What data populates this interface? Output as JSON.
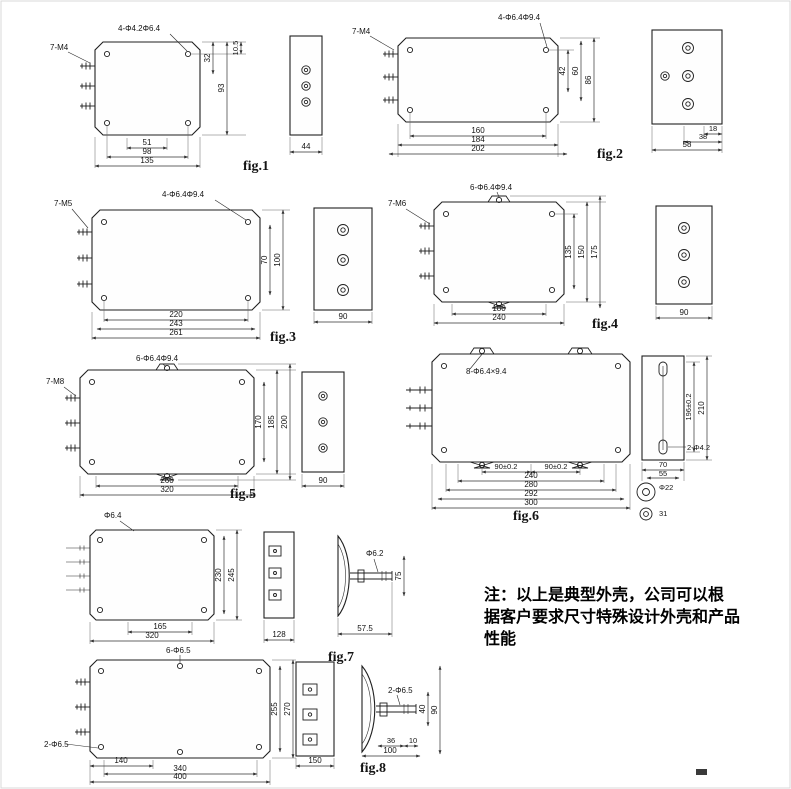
{
  "page": {
    "background": "#ffffff",
    "note_lines": [
      "注：以上是典型外壳，公司可以根",
      "据客户要求尺寸特殊设计外壳和产品",
      "性能"
    ]
  },
  "fig1": {
    "caption": "fig.1",
    "terminal_spec": "7-M4",
    "hole_spec": "4-Φ4.2Φ6.4",
    "height_dims": [
      "32",
      "93",
      "10.5"
    ],
    "width_dims": [
      "51",
      "98",
      "135"
    ],
    "depth_dim": "44"
  },
  "fig2": {
    "caption": "fig.2",
    "terminal_spec": "7-M4",
    "hole_spec": "4-Φ6.4Φ9.4",
    "height_dims": [
      "42",
      "60",
      "86"
    ],
    "width_dims": [
      "160",
      "184",
      "202"
    ],
    "side_dims": [
      "18",
      "38",
      "58"
    ]
  },
  "fig3": {
    "caption": "fig.3",
    "terminal_spec": "7-M5",
    "hole_spec": "4-Φ6.4Φ9.4",
    "height_dims": [
      "70",
      "100"
    ],
    "width_dims": [
      "220",
      "243",
      "261"
    ],
    "depth_dim": "90"
  },
  "fig4": {
    "caption": "fig.4",
    "terminal_spec": "7-M6",
    "hole_spec": "6-Φ6.4Φ9.4",
    "height_dims": [
      "135",
      "150",
      "175"
    ],
    "width_dims": [
      "180",
      "240"
    ],
    "depth_dim": "90"
  },
  "fig5": {
    "caption": "fig.5",
    "terminal_spec": "7-M8",
    "hole_spec": "6-Φ6.4Φ9.4",
    "height_dims": [
      "170",
      "185",
      "200"
    ],
    "width_dims": [
      "260",
      "320"
    ],
    "depth_dim": "90"
  },
  "fig6": {
    "caption": "fig.6",
    "hole_spec": "8-Φ6.4×9.4",
    "slot_spec": "2-Φ4.2",
    "pitch_dims": [
      "90±0.2",
      "90±0.2"
    ],
    "width_dims": [
      "240",
      "280",
      "292",
      "300"
    ],
    "height_dims": [
      "196±0.2",
      "210"
    ],
    "side_dims": [
      "70",
      "55"
    ],
    "detail_dims": [
      "Φ22",
      "31"
    ]
  },
  "fig7": {
    "caption": "fig.7",
    "hole_spec": "Φ6.4",
    "height_dims": [
      "230",
      "245"
    ],
    "width_dims": [
      "165",
      "320"
    ],
    "depth_dim": "128",
    "stud_spec": "Φ6.2",
    "stud_dims": [
      "75",
      "57.5"
    ]
  },
  "fig8": {
    "caption": "fig.8",
    "hole_spec": "6-Φ6.5",
    "corner_spec": "2-Φ6.5",
    "height_dims": [
      "255",
      "270"
    ],
    "width_dims": [
      "140",
      "340",
      "400"
    ],
    "depth_dim": "150",
    "stud_spec": "2-Φ6.5",
    "stud_dims": [
      "36",
      "10",
      "100",
      "40",
      "90"
    ]
  }
}
